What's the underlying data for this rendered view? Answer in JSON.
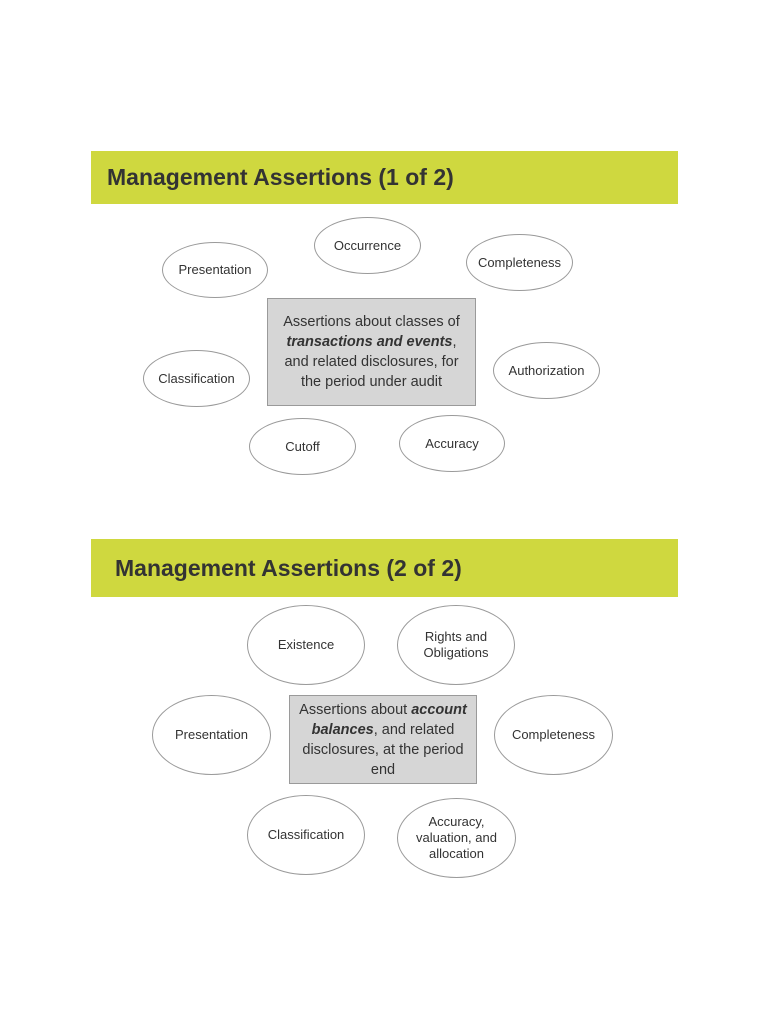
{
  "slide1": {
    "title": "Management Assertions (1 of 2)",
    "center": {
      "pre": "Assertions about classes of ",
      "emphasis": "transactions and events",
      "post": ", and related disclosures, for the period under audit"
    },
    "ovals": {
      "occurrence": "Occurrence",
      "presentation": "Presentation",
      "completeness": "Completeness",
      "classification": "Classification",
      "authorization": "Authorization",
      "cutoff": "Cutoff",
      "accuracy": "Accuracy"
    }
  },
  "slide2": {
    "title": "Management Assertions (2 of 2)",
    "center": {
      "pre": "Assertions about ",
      "emphasis": "account balances",
      "post": ", and related disclosures, at the period end"
    },
    "ovals": {
      "existence": "Existence",
      "rights": "Rights and Obligations",
      "presentation": "Presentation",
      "completeness": "Completeness",
      "classification": "Classification",
      "accuracy": "Accuracy, valuation, and allocation"
    }
  },
  "colors": {
    "banner": "#cfd83f",
    "center_box": "#d6d6d6",
    "oval_border": "#9a9a9a"
  }
}
